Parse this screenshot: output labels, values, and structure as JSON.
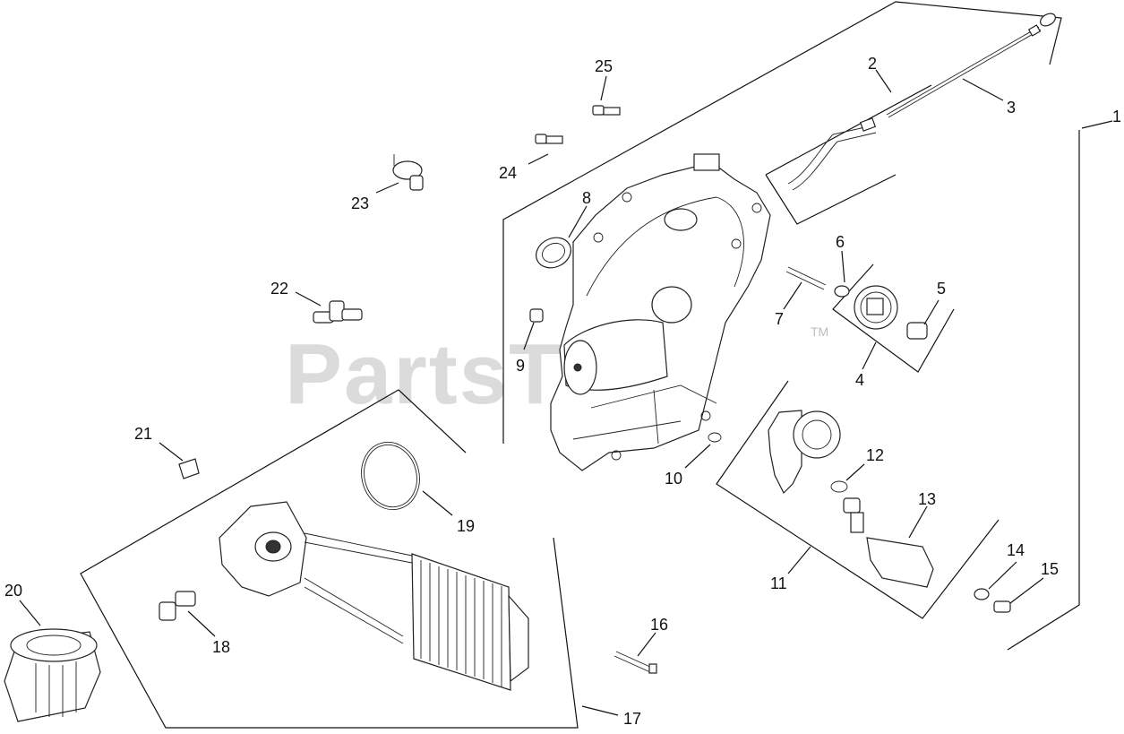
{
  "watermark": {
    "text": "PartsTree",
    "tm": "TM"
  },
  "callouts": [
    {
      "id": "1",
      "label": "1"
    },
    {
      "id": "2",
      "label": "2"
    },
    {
      "id": "3",
      "label": "3"
    },
    {
      "id": "4",
      "label": "4"
    },
    {
      "id": "5",
      "label": "5"
    },
    {
      "id": "6",
      "label": "6"
    },
    {
      "id": "7",
      "label": "7"
    },
    {
      "id": "8",
      "label": "8"
    },
    {
      "id": "9",
      "label": "9"
    },
    {
      "id": "10",
      "label": "10"
    },
    {
      "id": "11",
      "label": "11"
    },
    {
      "id": "12",
      "label": "12"
    },
    {
      "id": "13",
      "label": "13"
    },
    {
      "id": "14",
      "label": "14"
    },
    {
      "id": "15",
      "label": "15"
    },
    {
      "id": "16",
      "label": "16"
    },
    {
      "id": "17",
      "label": "17"
    },
    {
      "id": "18",
      "label": "18"
    },
    {
      "id": "19",
      "label": "19"
    },
    {
      "id": "20",
      "label": "20"
    },
    {
      "id": "21",
      "label": "21"
    },
    {
      "id": "22",
      "label": "22"
    },
    {
      "id": "23",
      "label": "23"
    },
    {
      "id": "24",
      "label": "24"
    },
    {
      "id": "25",
      "label": "25"
    }
  ]
}
